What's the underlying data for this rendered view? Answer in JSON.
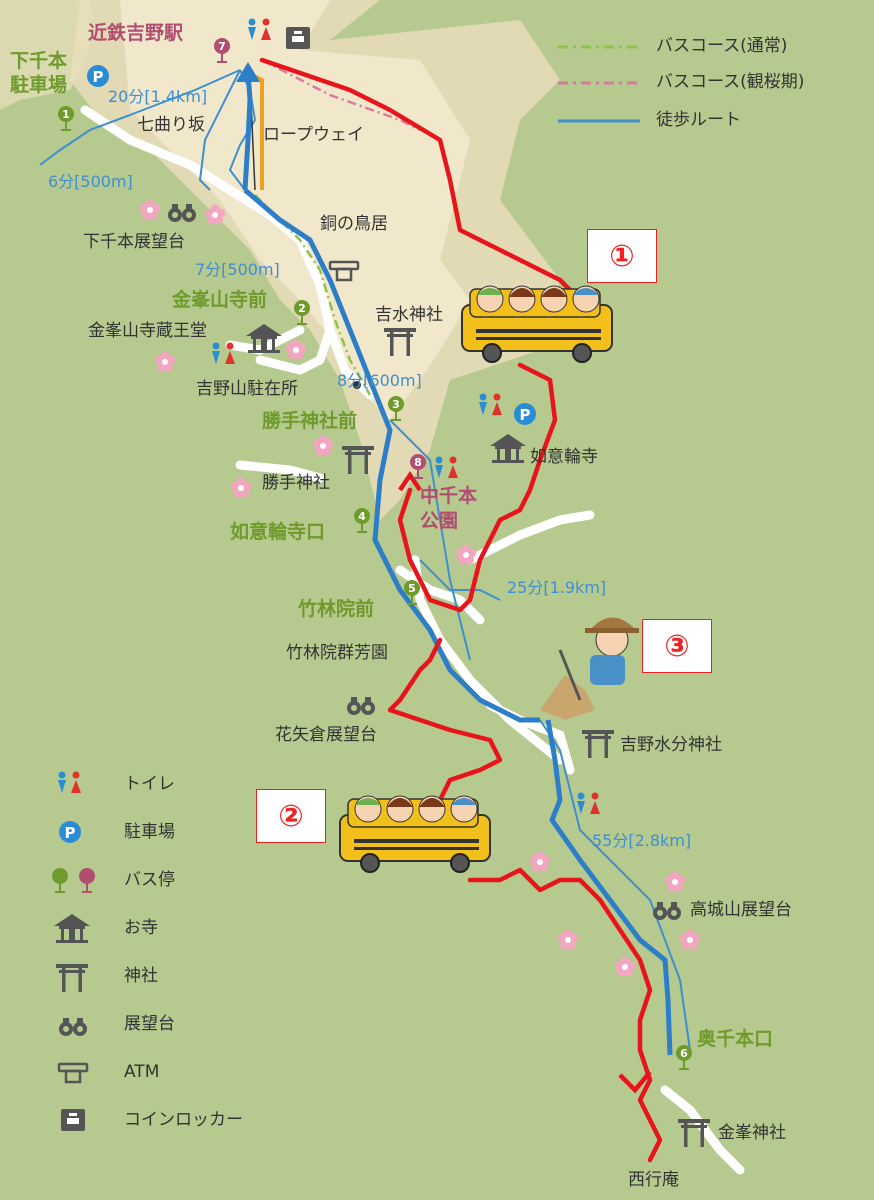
{
  "legend_routes": [
    {
      "label": "バスコース(通常)",
      "color": "#8fc24a"
    },
    {
      "label": "バスコース(観桜期)",
      "color": "#d97a9a"
    },
    {
      "label": "徒歩ルート",
      "color": "#3f8fd0"
    }
  ],
  "legend_symbols": [
    {
      "label": "トイレ",
      "icon": "toilet-icon"
    },
    {
      "label": "駐車場",
      "icon": "parking-icon"
    },
    {
      "label": "バス停",
      "icon": "bus-stop-icon"
    },
    {
      "label": "お寺",
      "icon": "temple-icon"
    },
    {
      "label": "神社",
      "icon": "shrine-icon"
    },
    {
      "label": "展望台",
      "icon": "observatory-icon"
    },
    {
      "label": "ATM",
      "icon": "atm-icon"
    },
    {
      "label": "コインロッカー",
      "icon": "coin-locker-icon"
    }
  ],
  "bus_stops": {
    "kintetsu_yoshino": {
      "label": "近鉄吉野駅",
      "num": "7"
    },
    "shimosenbon_parking": {
      "label1": "下千本",
      "label2": "駐車場",
      "num": "1"
    },
    "kinpusenji_mae": {
      "label": "金峯山寺前",
      "num": "2"
    },
    "katte_jinja_mae": {
      "label": "勝手神社前",
      "num": "3"
    },
    "nyoirinji_guchi": {
      "label": "如意輪寺口",
      "num": "4"
    },
    "chikurinin_mae": {
      "label": "竹林院前",
      "num": "5"
    },
    "nakasenbon_koen": {
      "label1": "中千本",
      "label2": "公園",
      "num": "8"
    },
    "okusenbon_guchi": {
      "label": "奥千本口",
      "num": "6"
    }
  },
  "places": {
    "nanamagari": "七曲り坂",
    "ropeway": "ロープウェイ",
    "dou_no_torii": "銅の鳥居",
    "shimosenbon_tenbodai": "下千本展望台",
    "kinpusenji_zaodo": "金峯山寺蔵王堂",
    "yoshimizu_jinja": "吉水神社",
    "yoshinoyama_chuzaisho": "吉野山駐在所",
    "nyoirinji": "如意輪寺",
    "katte_jinja": "勝手神社",
    "chikurinin_gunpoen": "竹林院群芳園",
    "hanayagura_tenbodai": "花矢倉展望台",
    "yoshino_mikumari_jinja": "吉野水分神社",
    "takagiyama_tenbodai": "高城山展望台",
    "kinpu_jinja": "金峯神社",
    "saigyoan": "西行庵"
  },
  "walk_times": {
    "t1": "20分[1.4km]",
    "t2": "6分[500m]",
    "t3": "7分[500m]",
    "t4": "8分[600m]",
    "t5": "25分[1.9km]",
    "t6": "55分[2.8km]"
  },
  "callouts": {
    "c1": "①",
    "c2": "②",
    "c3": "③"
  },
  "colors": {
    "background": "#b6c98f",
    "road_area": "#ede2c2",
    "walk_route": "#3f8fd0",
    "highlight_route": "#e8141c",
    "callout_border": "#e22"
  }
}
